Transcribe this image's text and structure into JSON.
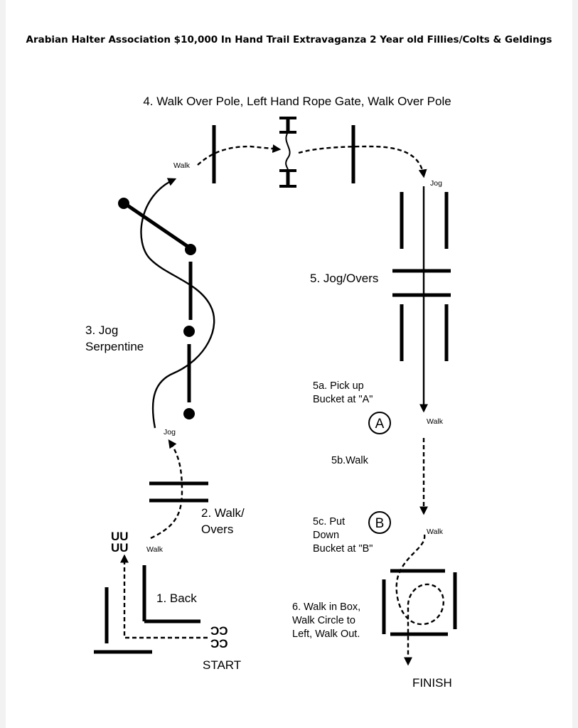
{
  "title": "Arabian Halter Association $10,000 In Hand Trail Extravaganza 2 Year old Fillies/Colts & Geldings",
  "steps": {
    "s1": "1.  Back",
    "s2_line1": "2.  Walk/",
    "s2_line2": "Overs",
    "s3_line1": "3. Jog",
    "s3_line2": "Serpentine",
    "s4": "4. Walk Over Pole, Left Hand Rope Gate, Walk Over Pole",
    "s5": "5. Jog/Overs",
    "s5a_line1": "5a. Pick up",
    "s5a_line2": "Bucket at \"A\"",
    "s5b": "5b.Walk",
    "s5c_line1": "5c. Put",
    "s5c_line2": "Down",
    "s5c_line3": "Bucket at \"B\"",
    "s6_line1": "6. Walk in Box,",
    "s6_line2": "Walk Circle to",
    "s6_line3": "Left, Walk Out."
  },
  "gaits": {
    "walk_start": "Walk",
    "jog_serp": "Jog",
    "walk_top": "Walk",
    "jog_right": "Jog",
    "walk_a": "Walk",
    "walk_b": "Walk"
  },
  "markers": {
    "a": "A",
    "b": "B"
  },
  "start": "START",
  "finish": "FINISH",
  "icons": [
    "hoofprints-icon",
    "arrowhead-icon",
    "cone-icon",
    "rope-gate-icon"
  ]
}
